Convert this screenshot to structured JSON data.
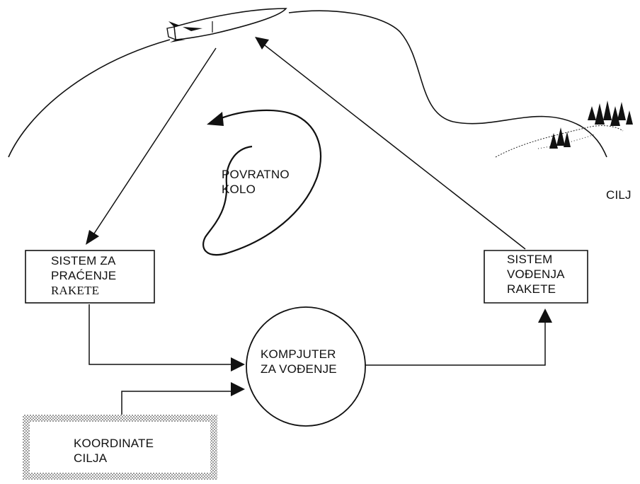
{
  "labels": {
    "feedback_loop": [
      "POVRATNO",
      "KOLO"
    ],
    "target": "CILJ",
    "tracking_system": [
      "SISTEM ZA",
      "PRAĆENJE",
      "RAKETE"
    ],
    "guidance_system": [
      "SISTEM",
      "VOĐENJA",
      "RAKETE"
    ],
    "guidance_computer": [
      "KOMPJUTER",
      "ZA VOĐENJE"
    ],
    "target_coordinates": [
      "KOORDINATE",
      "CILJA"
    ]
  },
  "colors": {
    "ink": "#111111",
    "background": "#ffffff",
    "hatch": "#9a9a9a"
  }
}
